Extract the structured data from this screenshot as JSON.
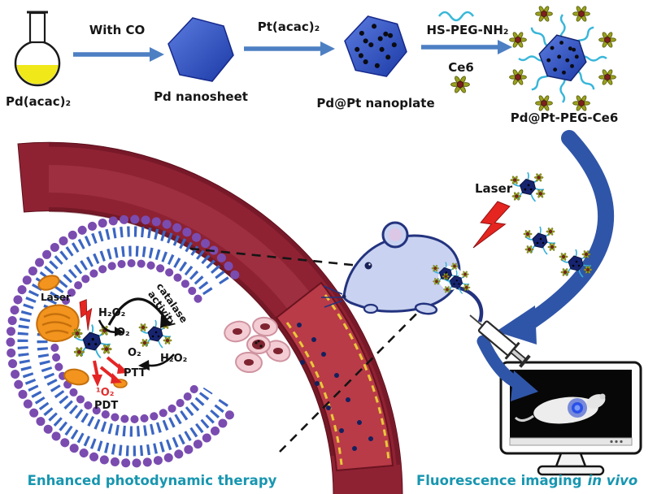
{
  "synthesis": {
    "flask_label": "Pd(acac)₂",
    "arrow1_label": "With CO",
    "nanosheet_label": "Pd nanosheet",
    "arrow2_label": "Pt(acac)₂",
    "nanoplate_label": "Pd@Pt nanoplate",
    "arrow3_label_top": "HS-PEG-NH₂",
    "arrow3_label_bottom": "Ce6",
    "product_label": "Pd@Pt-PEG-Ce6"
  },
  "cell_panel": {
    "laser_label": "Laser",
    "h2o2_label_a": "H₂O₂",
    "o2_label_a": "O₂",
    "o2_label_b": "O₂",
    "h2o2_label_b": "H₂O₂",
    "catalase_line1": "catalase",
    "catalase_line2": "activity",
    "ptt_label": "PTT",
    "singlet_oxygen_label": "¹O₂",
    "pdt_label": "PDT"
  },
  "mouse_panel": {
    "laser_label": "Laser"
  },
  "captions": {
    "left": "Enhanced photodynamic therapy",
    "right_main": "Fluorescence imaging",
    "right_italic": "in vivo"
  },
  "colors": {
    "accent_teal": "#1796b0",
    "arrow_blue": "#4d7fc3",
    "nanoplate_blue": "#2c4fb8",
    "vessel_red": "#8e2233",
    "lumen_red": "#b93b47",
    "laser_red": "#e52520",
    "membrane_purple": "#7a4cb0",
    "membrane_tail_blue": "#3b66c2",
    "mouse_body": "#c9d2f0",
    "ce6_petal": "#9aa21e",
    "ce6_center": "#7c2020",
    "flask_liquid": "#f0e818",
    "fluorescence_spot": "#2a50e8"
  }
}
